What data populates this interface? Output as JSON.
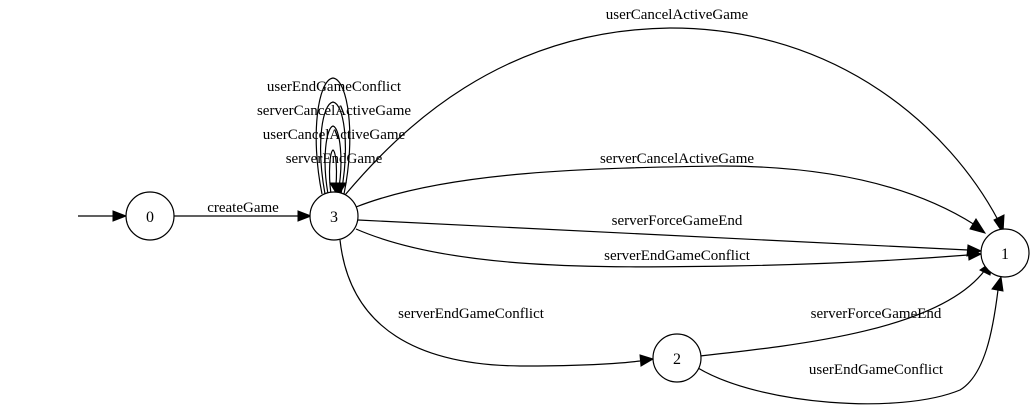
{
  "diagram": {
    "nodes": {
      "n0": "0",
      "n1": "1",
      "n2": "2",
      "n3": "3"
    },
    "edges": {
      "e0_3": "createGame",
      "e3_1_userCancelActiveGame": "userCancelActiveGame",
      "e3_1_serverCancelActiveGame": "serverCancelActiveGame",
      "e3_1_serverForceGameEnd": "serverForceGameEnd",
      "e3_1_serverEndGameConflict": "serverEndGameConflict",
      "e3_2_serverEndGameConflict": "serverEndGameConflict",
      "e2_1_serverForceGameEnd": "serverForceGameEnd",
      "e2_1_userEndGameConflict": "userEndGameConflict",
      "loop_userEndGameConflict": "userEndGameConflict",
      "loop_serverCancelActiveGame": "serverCancelActiveGame",
      "loop_userCancelActiveGame": "userCancelActiveGame",
      "loop_serverEndGame": "serverEndGame"
    }
  }
}
